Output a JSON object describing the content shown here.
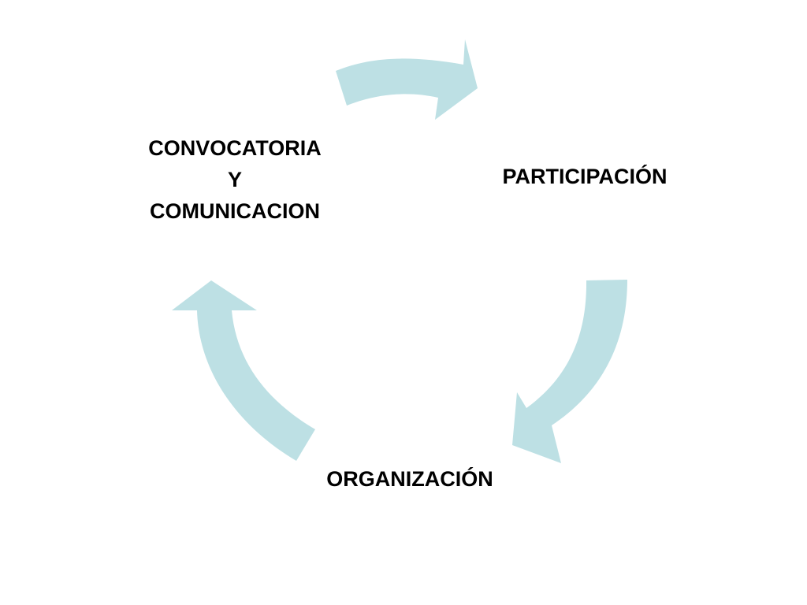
{
  "diagram": {
    "type": "cycle",
    "arrow_color": "#bde0e4",
    "text_color": "#000000",
    "nodes": [
      {
        "id": "convocatoria",
        "lines": [
          "CONVOCATORIA",
          "Y",
          "COMUNICACION"
        ]
      },
      {
        "id": "participacion",
        "lines": [
          "PARTICIPACIÓN"
        ]
      },
      {
        "id": "organizacion",
        "lines": [
          "ORGANIZACIÓN"
        ]
      }
    ],
    "edges": [
      {
        "from": "convocatoria",
        "to": "participacion"
      },
      {
        "from": "participacion",
        "to": "organizacion"
      },
      {
        "from": "organizacion",
        "to": "convocatoria"
      }
    ]
  }
}
